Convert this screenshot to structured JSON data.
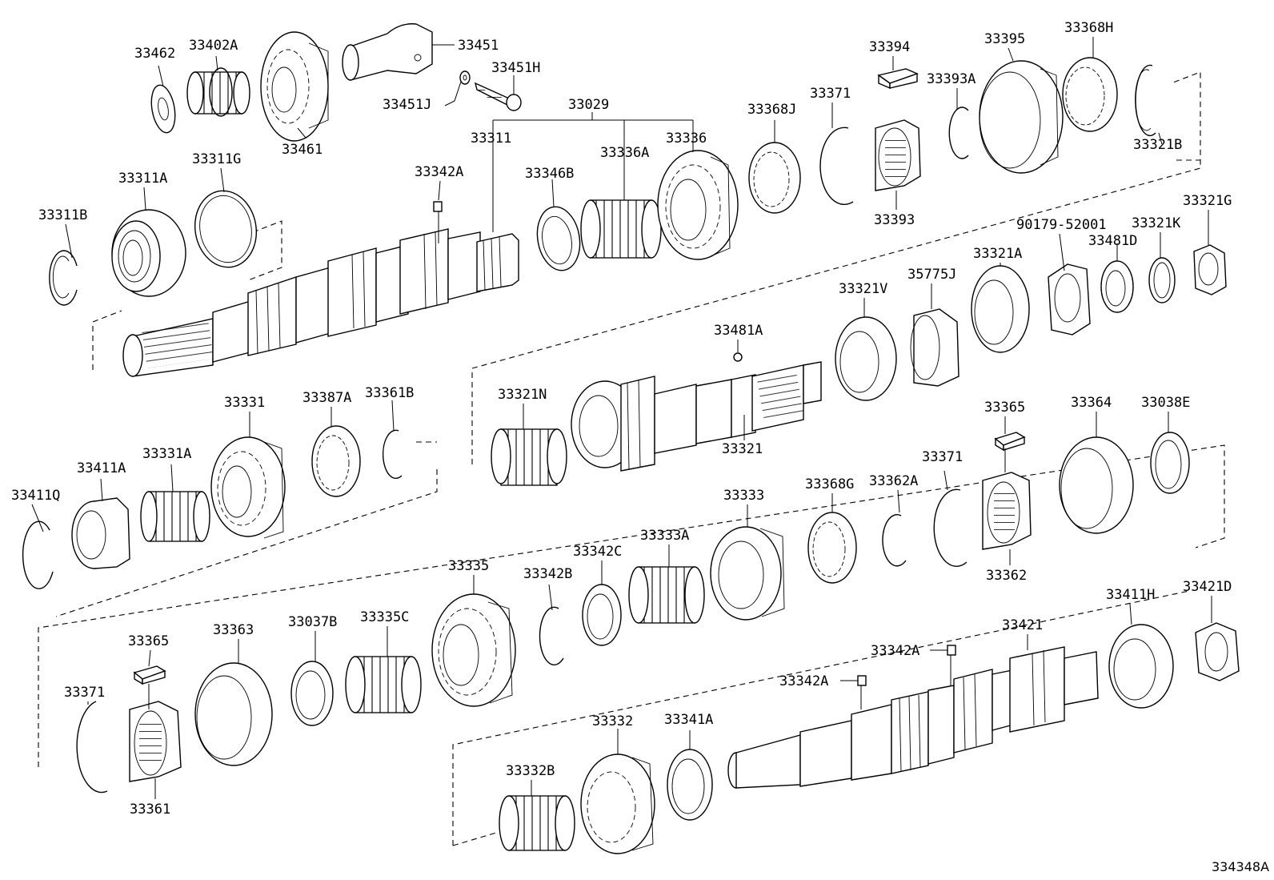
{
  "figure_id": "334348A",
  "parts": [
    {
      "id": "p01",
      "label": "33462"
    },
    {
      "id": "p02",
      "label": "33402A"
    },
    {
      "id": "p03",
      "label": "33461"
    },
    {
      "id": "p04",
      "label": "33451"
    },
    {
      "id": "p05",
      "label": "33451H"
    },
    {
      "id": "p06",
      "label": "33451J"
    },
    {
      "id": "p07",
      "label": "33029"
    },
    {
      "id": "p08",
      "label": "33311"
    },
    {
      "id": "p09",
      "label": "33336A"
    },
    {
      "id": "p10",
      "label": "33336"
    },
    {
      "id": "p11",
      "label": "33394"
    },
    {
      "id": "p12",
      "label": "33395"
    },
    {
      "id": "p13",
      "label": "33368H"
    },
    {
      "id": "p14",
      "label": "33393A"
    },
    {
      "id": "p15",
      "label": "33368J"
    },
    {
      "id": "p16",
      "label": "33371"
    },
    {
      "id": "p17",
      "label": "33393"
    },
    {
      "id": "p18",
      "label": "33321B"
    },
    {
      "id": "p19",
      "label": "33311A"
    },
    {
      "id": "p20",
      "label": "33311G"
    },
    {
      "id": "p21",
      "label": "33311B"
    },
    {
      "id": "p22",
      "label": "33342A"
    },
    {
      "id": "p23",
      "label": "33346B"
    },
    {
      "id": "p24",
      "label": "90179-52001"
    },
    {
      "id": "p25",
      "label": "33321K"
    },
    {
      "id": "p26",
      "label": "33321G"
    },
    {
      "id": "p27",
      "label": "33321A"
    },
    {
      "id": "p28",
      "label": "33481D"
    },
    {
      "id": "p29",
      "label": "33321V"
    },
    {
      "id": "p30",
      "label": "35775J"
    },
    {
      "id": "p31",
      "label": "33481A"
    },
    {
      "id": "p32",
      "label": "33331"
    },
    {
      "id": "p33",
      "label": "33387A"
    },
    {
      "id": "p34",
      "label": "33361B"
    },
    {
      "id": "p35",
      "label": "33321N"
    },
    {
      "id": "p36",
      "label": "33321"
    },
    {
      "id": "p37",
      "label": "33365"
    },
    {
      "id": "p38",
      "label": "33364"
    },
    {
      "id": "p39",
      "label": "33038E"
    },
    {
      "id": "p40",
      "label": "33411A"
    },
    {
      "id": "p41",
      "label": "33331A"
    },
    {
      "id": "p42",
      "label": "33411Q"
    },
    {
      "id": "p43",
      "label": "33333"
    },
    {
      "id": "p44",
      "label": "33368G"
    },
    {
      "id": "p45",
      "label": "33362A"
    },
    {
      "id": "p46",
      "label": "33371"
    },
    {
      "id": "p47",
      "label": "33362"
    },
    {
      "id": "p48",
      "label": "33335"
    },
    {
      "id": "p49",
      "label": "33342C"
    },
    {
      "id": "p50",
      "label": "33333A"
    },
    {
      "id": "p51",
      "label": "33342B"
    },
    {
      "id": "p52",
      "label": "33365"
    },
    {
      "id": "p53",
      "label": "33363"
    },
    {
      "id": "p54",
      "label": "33037B"
    },
    {
      "id": "p55",
      "label": "33335C"
    },
    {
      "id": "p56",
      "label": "33421"
    },
    {
      "id": "p57",
      "label": "33411H"
    },
    {
      "id": "p58",
      "label": "33421D"
    },
    {
      "id": "p59",
      "label": "33342A"
    },
    {
      "id": "p60",
      "label": "33342A"
    },
    {
      "id": "p61",
      "label": "33371"
    },
    {
      "id": "p62",
      "label": "33361"
    },
    {
      "id": "p63",
      "label": "33332"
    },
    {
      "id": "p64",
      "label": "33341A"
    },
    {
      "id": "p65",
      "label": "33332B"
    }
  ]
}
